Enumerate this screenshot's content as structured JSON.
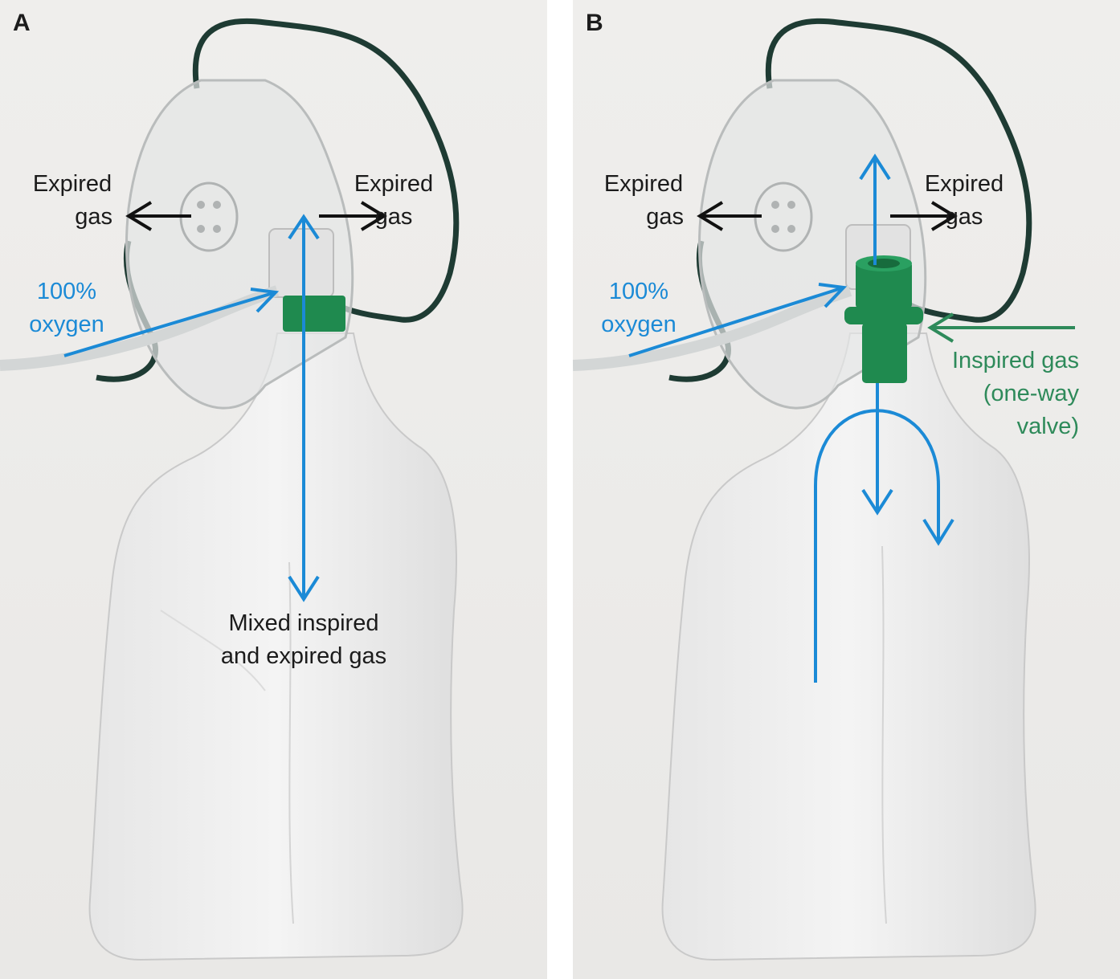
{
  "panels": [
    {
      "letter": "A",
      "labels": {
        "expired_left": [
          "Expired",
          "gas"
        ],
        "expired_right": [
          "Expired",
          "gas"
        ],
        "oxygen": [
          "100%",
          "oxygen"
        ],
        "mixed": [
          "Mixed inspired",
          "and expired gas"
        ]
      }
    },
    {
      "letter": "B",
      "labels": {
        "expired_left": [
          "Expired",
          "gas"
        ],
        "expired_right": [
          "Expired",
          "gas"
        ],
        "oxygen": [
          "100%",
          "oxygen"
        ],
        "inspired": [
          "Inspired gas",
          "(one-way",
          "valve)"
        ]
      }
    }
  ],
  "colors": {
    "arrow_blue": "#1b8ad6",
    "arrow_black": "#111111",
    "valve_green": "#1f8a4f",
    "label_green": "#2e8a5a",
    "strap": "#1e3b33"
  },
  "icons": [
    "face-mask",
    "reservoir-bag",
    "oxygen-tubing",
    "elastic-strap",
    "one-way-valve"
  ]
}
